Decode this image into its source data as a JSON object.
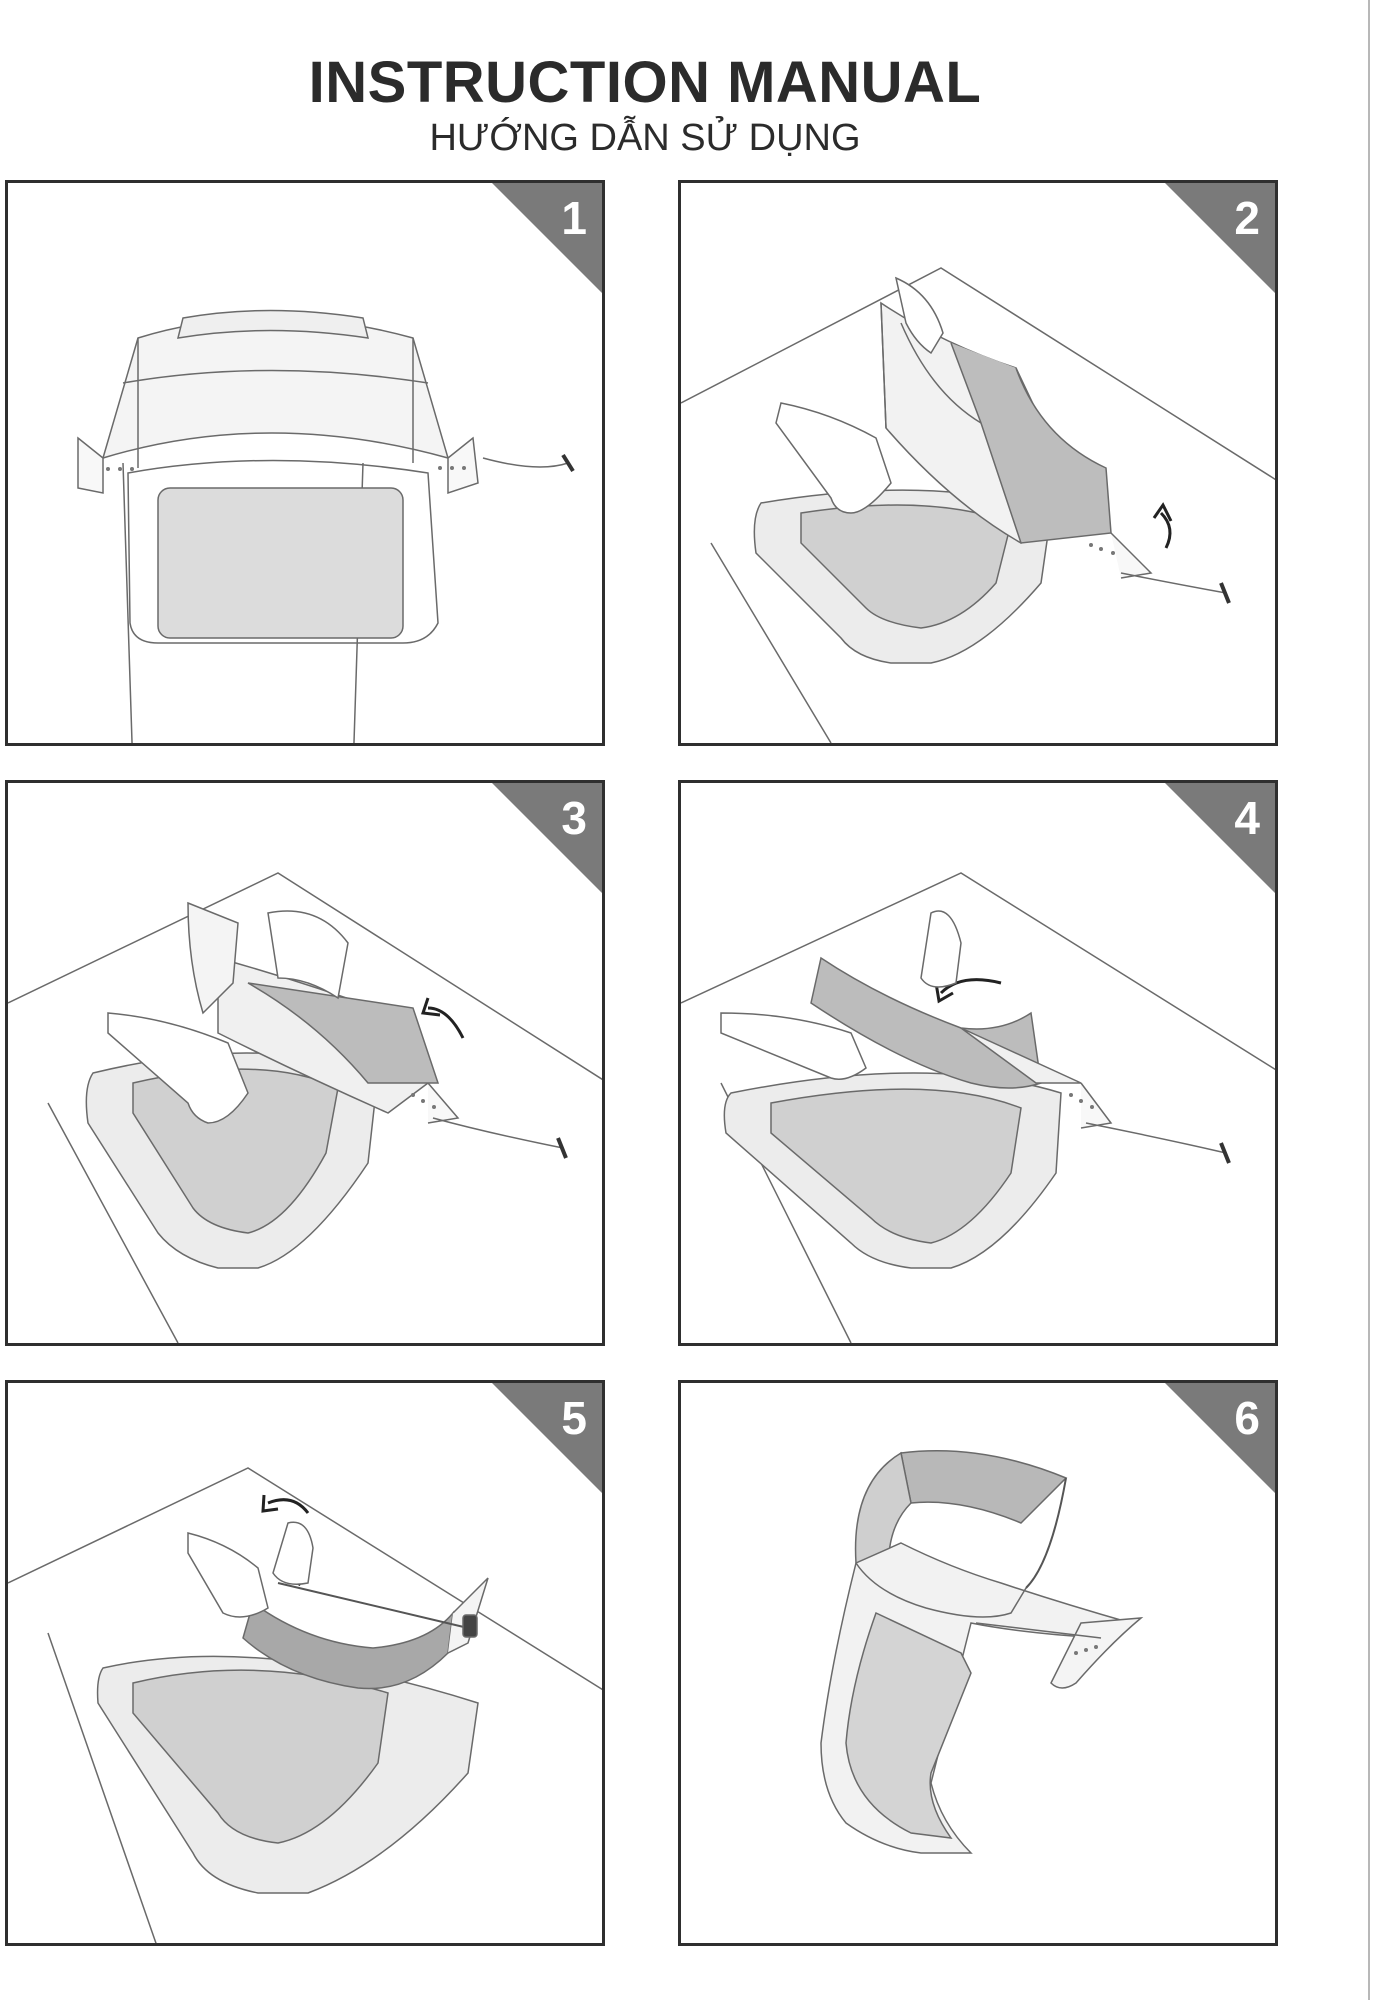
{
  "header": {
    "title": "INSTRUCTION MANUAL",
    "subtitle": "HƯỚNG DẪN SỬ DỤNG"
  },
  "steps": [
    {
      "number": "1"
    },
    {
      "number": "2"
    },
    {
      "number": "3"
    },
    {
      "number": "4"
    },
    {
      "number": "5"
    },
    {
      "number": "6"
    }
  ],
  "colors": {
    "badge": "#7a7a7a",
    "border": "#2f2f2f",
    "film": "#d9d9d9",
    "foam": "#aaaaaa"
  }
}
